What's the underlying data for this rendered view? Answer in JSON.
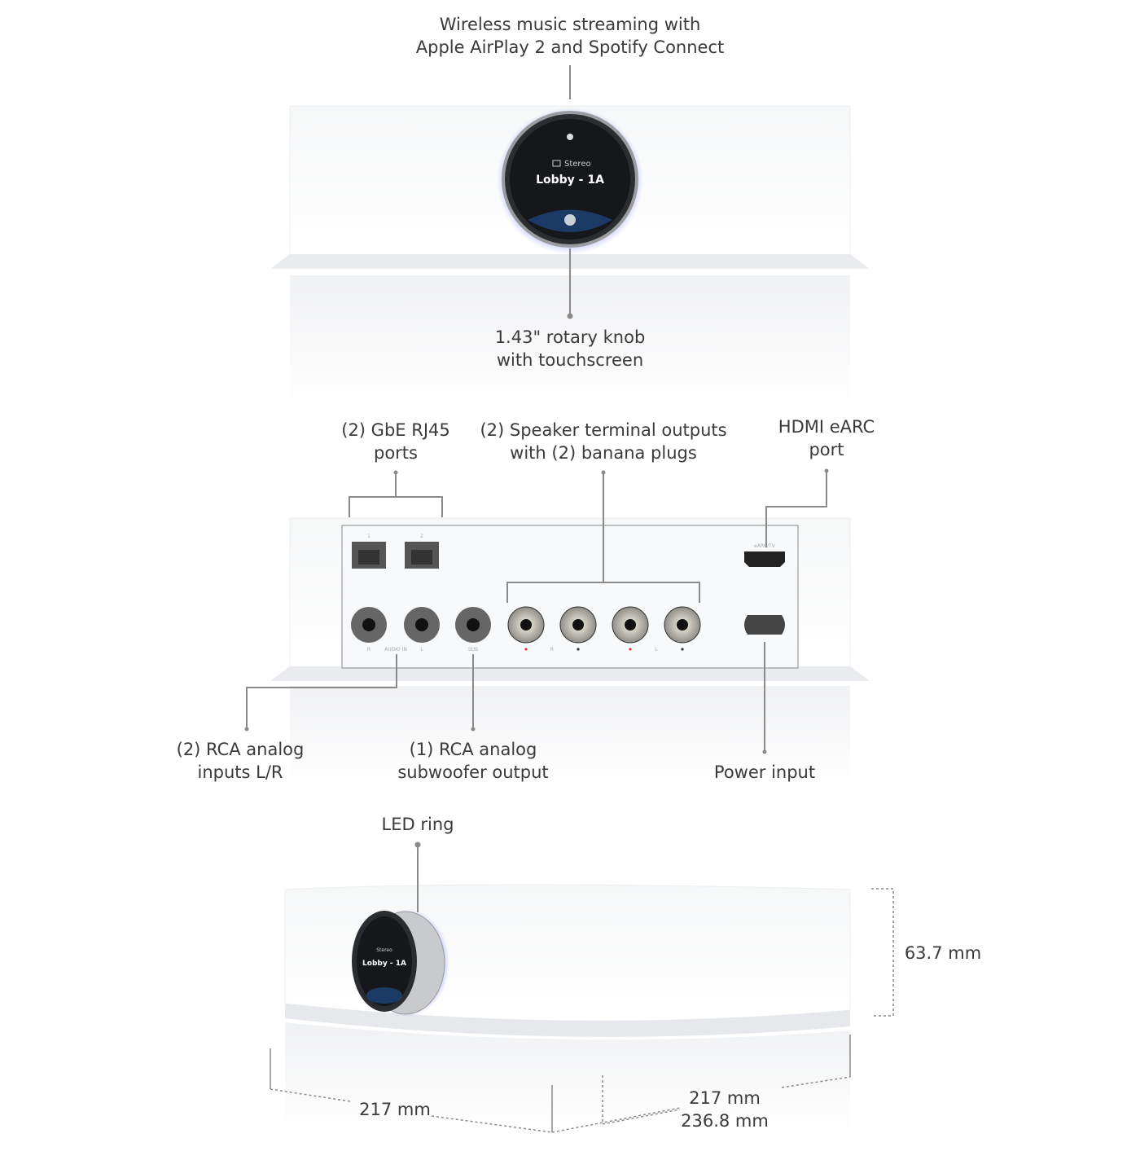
{
  "callouts": {
    "streaming": [
      "Wireless music streaming with",
      "Apple AirPlay 2 and Spotify Connect"
    ],
    "knob": [
      "1.43\" rotary knob",
      "with touchscreen"
    ],
    "rj45": [
      "(2) GbE RJ45",
      "ports"
    ],
    "speaker": [
      "(2) Speaker terminal outputs",
      "with (2) banana plugs"
    ],
    "hdmi": [
      "HDMI eARC",
      "port"
    ],
    "rca_in": [
      "(2) RCA analog",
      "inputs L/R"
    ],
    "sub": [
      "(1) RCA analog",
      "subwoofer output"
    ],
    "power": [
      "Power input"
    ],
    "led": [
      "LED ring"
    ]
  },
  "dimensions": {
    "height": "63.7 mm",
    "width_left": "217 mm",
    "depth": "217 mm",
    "depth_with_knob": "236.8 mm"
  },
  "screen": {
    "mode": "Stereo",
    "zone": "Lobby - 1A"
  },
  "panel_labels": {
    "port1": "1",
    "port2": "2",
    "hdmi": "eARC/TV",
    "audio_in": "AUDIO IN",
    "r": "R",
    "l": "L",
    "sub": "SUB",
    "spk_r": "R",
    "spk_l": "L"
  },
  "colors": {
    "led": "#7b8cff",
    "line": "#8a8a8a",
    "red_dot": "#e03030"
  }
}
